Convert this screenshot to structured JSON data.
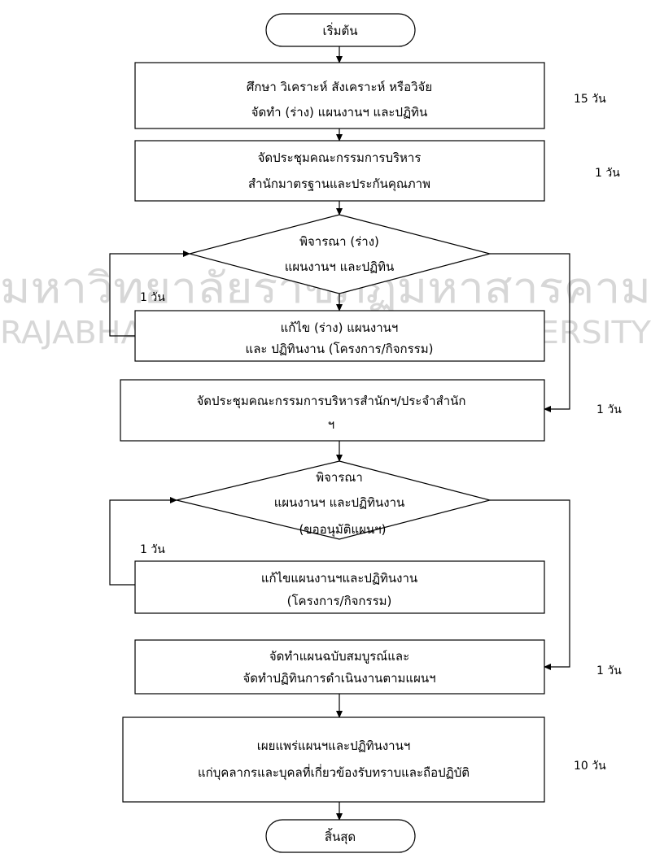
{
  "watermark": {
    "line1": "มหาวิทยาลัยราชภัฏมหาสารคาม",
    "line2": "RAJABHAT MAHASARAKHAM UNIVERSITY"
  },
  "flowchart": {
    "start": "เริ่มต้น",
    "end": "สิ้นสุด",
    "steps": [
      {
        "id": "s1",
        "line1": "ศึกษา วิเคราะห์ สังเคราะห์ หรือวิจัย",
        "line2": "จัดทำ  (ร่าง)  แผนงานฯ และปฏิทิน"
      },
      {
        "id": "s2",
        "line1": "จัดประชุมคณะกรรมการบริหาร",
        "line2": "สำนักมาตรฐานและประกันคุณภาพ"
      },
      {
        "id": "s3",
        "line1": "แก้ไข (ร่าง)  แผนงานฯ",
        "line2": "และ ปฏิทินงาน (โครงการ/กิจกรรม)"
      },
      {
        "id": "s4",
        "line1": "จัดประชุมคณะกรรมการบริหารสำนักฯ/ประจำสำนัก",
        "line2": "ฯ"
      },
      {
        "id": "s5",
        "line1": "แก้ไขแผนงานฯและปฏิทินงาน",
        "line2": "(โครงการ/กิจกรรม)"
      },
      {
        "id": "s6",
        "line1": "จัดทำแผนฉบับสมบูรณ์และ",
        "line2": "จัดทำปฏิทินการดำเนินงานตามแผนฯ"
      },
      {
        "id": "s7",
        "line1": "เผยแพร่แผนฯและปฏิทินงานฯ",
        "line2": "แก่บุคลากรและบุคลที่เกี่ยวข้องรับทราบและถือปฏิบัติ"
      }
    ],
    "decisions": [
      {
        "id": "d1",
        "line1": "พิจารณา (ร่าง)",
        "line2": "แผนงานฯ และปฏิทิน"
      },
      {
        "id": "d2",
        "line1": "พิจารณา",
        "line2": "แผนงานฯ และปฏิทินงาน",
        "line3": "(ขออนุมัติแผนฯ)"
      }
    ],
    "durations": {
      "s1": "15 วัน",
      "s2": "1  วัน",
      "loop1": "1 วัน",
      "s4": "1   วัน",
      "loop2": "1 วัน",
      "s6": "1   วัน",
      "s7": "10 วัน"
    }
  }
}
